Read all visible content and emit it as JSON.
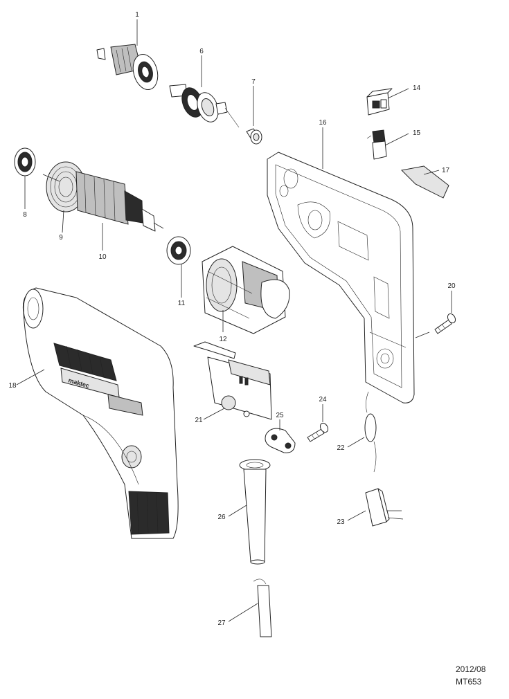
{
  "parts": [
    {
      "no": "1",
      "icon": "drill-chuck-icon"
    },
    {
      "no": "6",
      "icon": "spindle-gear-icon"
    },
    {
      "no": "7",
      "icon": "sleeve-icon"
    },
    {
      "no": "8",
      "icon": "ball-bearing-icon"
    },
    {
      "no": "9",
      "icon": "fan-icon"
    },
    {
      "no": "10",
      "icon": "armature-icon"
    },
    {
      "no": "11",
      "icon": "ball-bearing-icon"
    },
    {
      "no": "12",
      "icon": "field-stator-icon"
    },
    {
      "no": "14",
      "icon": "carbon-brush-holder-icon"
    },
    {
      "no": "15",
      "icon": "carbon-brush-icon"
    },
    {
      "no": "16",
      "icon": "housing-half-icon"
    },
    {
      "no": "17",
      "icon": "nameplate-icon"
    },
    {
      "no": "18",
      "icon": "housing-set-icon"
    },
    {
      "no": "20",
      "icon": "tapping-screw-icon"
    },
    {
      "no": "21",
      "icon": "switch-icon"
    },
    {
      "no": "22",
      "icon": "noise-suppressor-icon"
    },
    {
      "no": "23",
      "icon": "capacitor-icon"
    },
    {
      "no": "24",
      "icon": "tapping-screw-icon"
    },
    {
      "no": "25",
      "icon": "strain-relief-icon"
    },
    {
      "no": "26",
      "icon": "cord-guard-icon"
    },
    {
      "no": "27",
      "icon": "power-cord-icon"
    }
  ],
  "housing_brand": "maktec",
  "footer": {
    "date": "2012/08",
    "model": "MT653"
  }
}
